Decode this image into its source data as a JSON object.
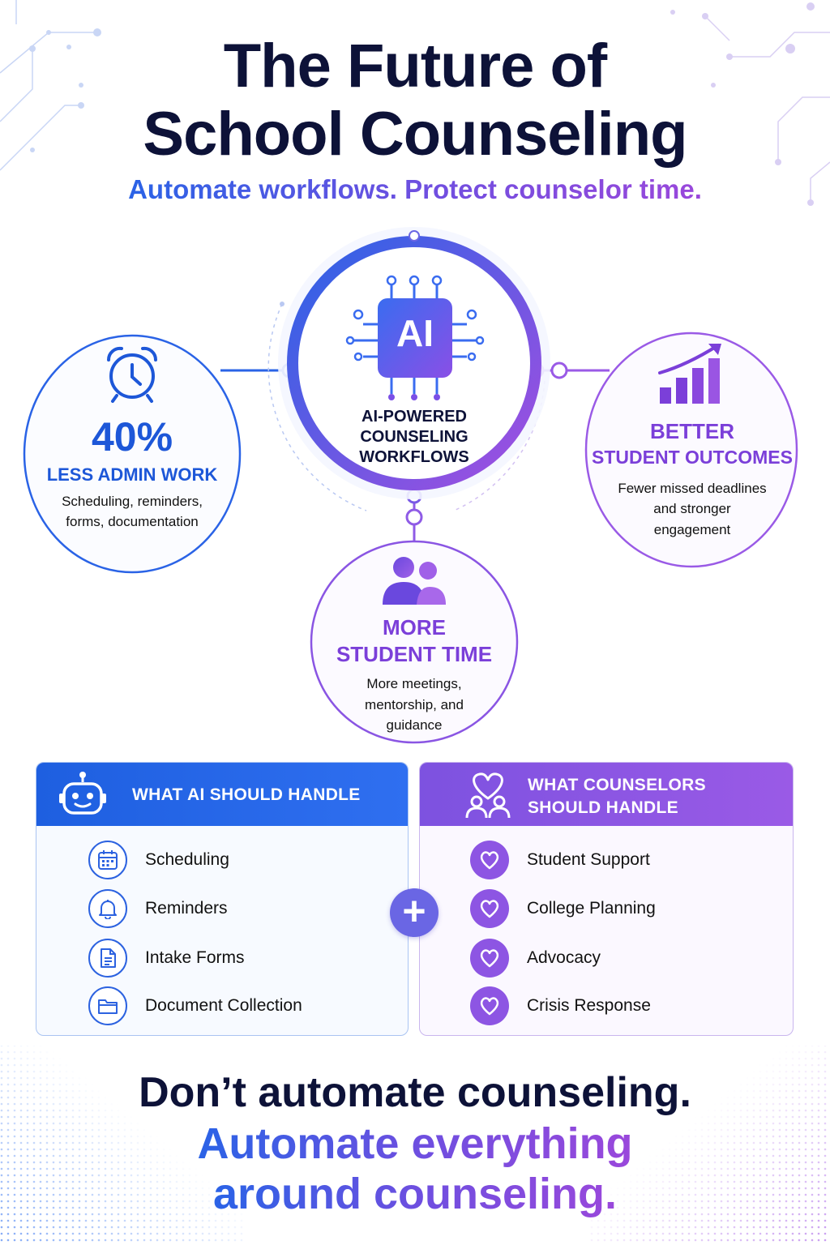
{
  "title": {
    "line1": "The Future of",
    "line2": "School Counseling"
  },
  "subtitle": "Automate workflows. Protect counselor time.",
  "hub": {
    "chip_text": "AI",
    "label_lines": [
      "AI-POWERED",
      "COUNSELING",
      "WORKFLOWS"
    ]
  },
  "benefits": {
    "left": {
      "stat": "40%",
      "heading": "LESS ADMIN WORK",
      "desc_lines": [
        "Scheduling, reminders,",
        "forms, documentation"
      ]
    },
    "right": {
      "heading_lines": [
        "BETTER",
        "STUDENT OUTCOMES"
      ],
      "desc_lines": [
        "Fewer missed deadlines",
        "and stronger",
        "engagement"
      ]
    },
    "bottom": {
      "heading_lines": [
        "MORE",
        "STUDENT TIME"
      ],
      "desc_lines": [
        "More meetings,",
        "mentorship, and",
        "guidance"
      ]
    }
  },
  "panels": {
    "ai": {
      "header": "WHAT AI SHOULD HANDLE",
      "items": [
        "Scheduling",
        "Reminders",
        "Intake Forms",
        "Document Collection"
      ]
    },
    "counselors": {
      "header_lines": [
        "WHAT COUNSELORS",
        "SHOULD HANDLE"
      ],
      "items": [
        "Student Support",
        "College Planning",
        "Advocacy",
        "Crisis Response"
      ]
    },
    "plus_symbol": "+"
  },
  "footer": {
    "line1": "Don’t automate counseling.",
    "line2": "Automate everything",
    "line3": "around counseling."
  },
  "colors": {
    "navy": "#0d1238",
    "blue": "#1d57d8",
    "purple": "#7b3fd9",
    "violet_light": "#9a5ae6"
  }
}
